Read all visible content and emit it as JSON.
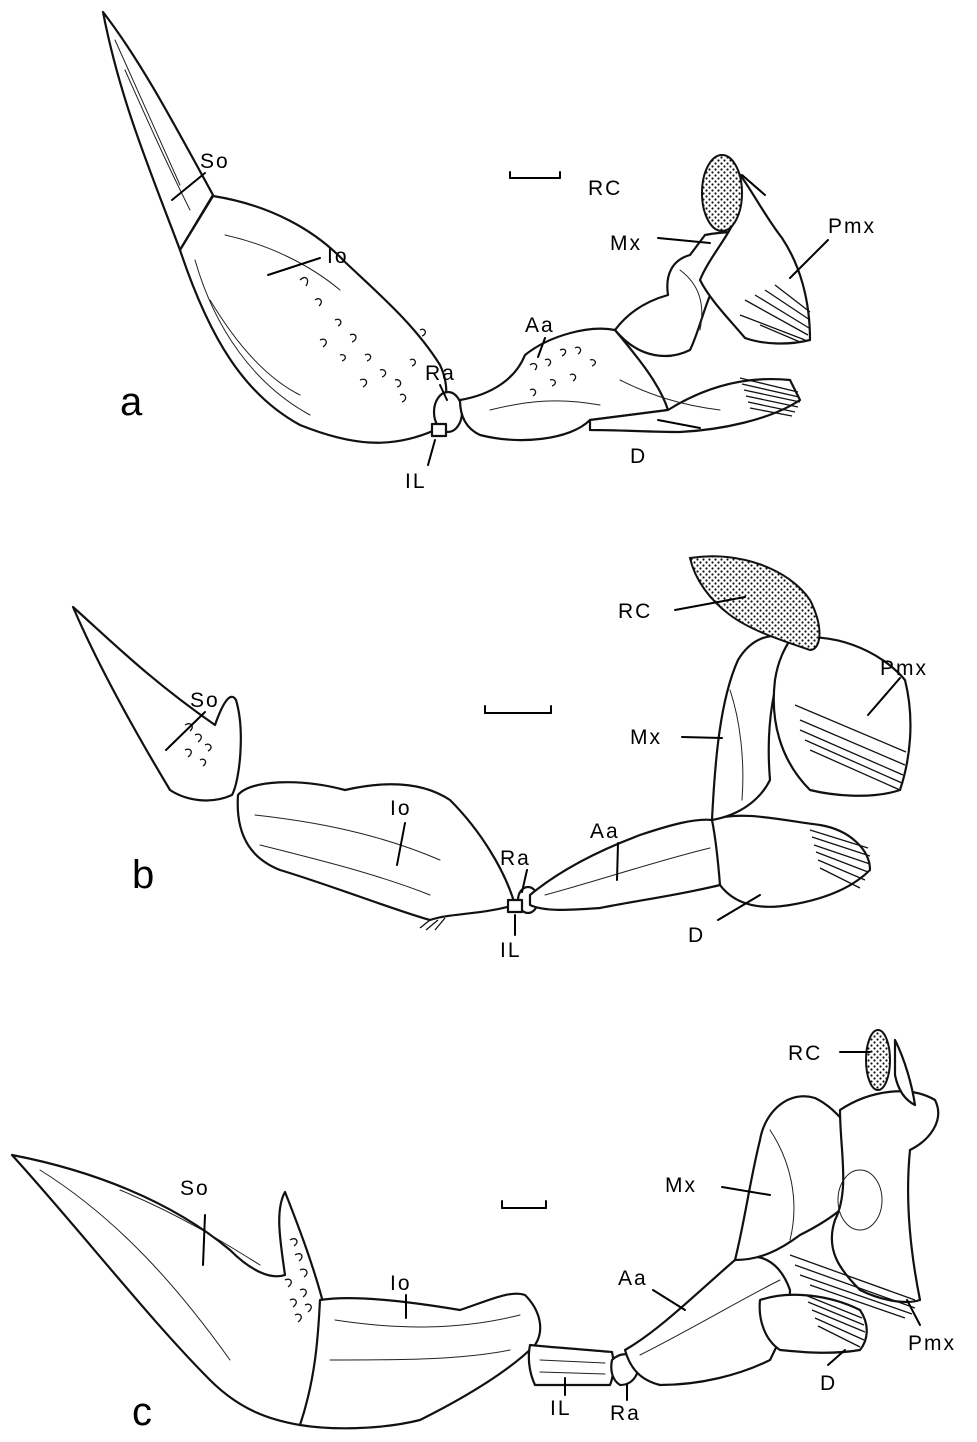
{
  "panels": [
    {
      "id": "a",
      "panel_label": "a",
      "labels": {
        "so": "So",
        "io": "Io",
        "ra": "Ra",
        "il": "IL",
        "aa": "Aa",
        "d": "D",
        "mx": "Mx",
        "rc": "RC",
        "pmx": "Pmx"
      }
    },
    {
      "id": "b",
      "panel_label": "b",
      "labels": {
        "so": "So",
        "io": "Io",
        "ra": "Ra",
        "il": "IL",
        "aa": "Aa",
        "d": "D",
        "mx": "Mx",
        "rc": "RC",
        "pmx": "Pmx"
      }
    },
    {
      "id": "c",
      "panel_label": "c",
      "labels": {
        "so": "So",
        "io": "Io",
        "ra": "Ra",
        "il": "IL",
        "aa": "Aa",
        "d": "D",
        "mx": "Mx",
        "rc": "RC",
        "pmx": "Pmx"
      }
    }
  ]
}
